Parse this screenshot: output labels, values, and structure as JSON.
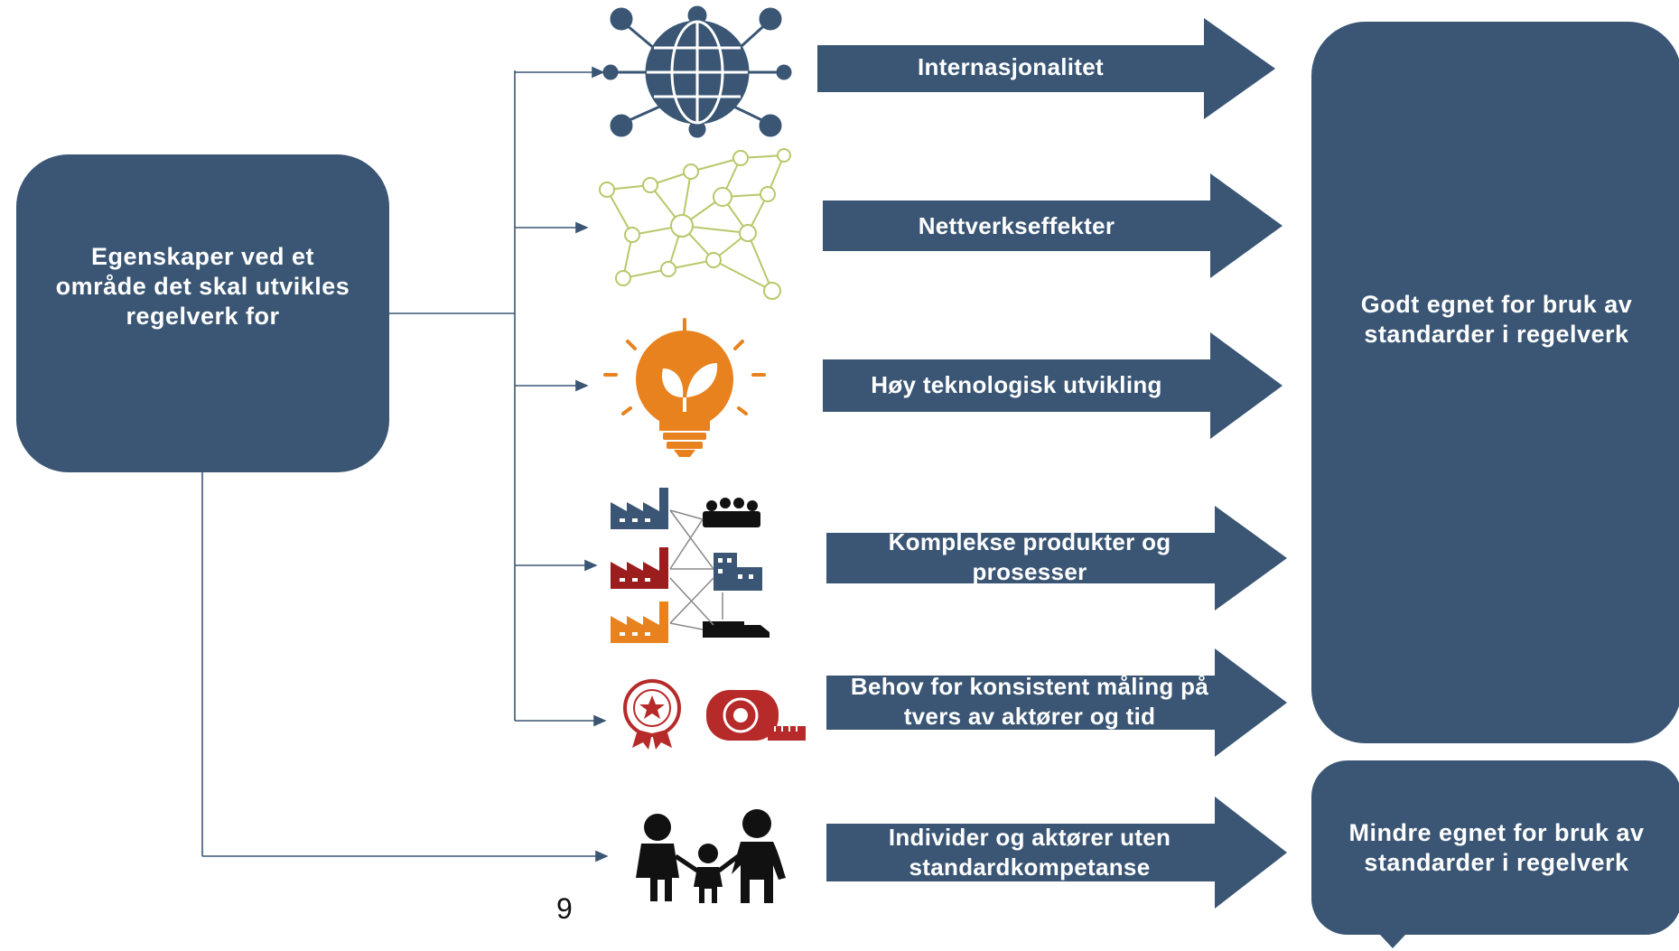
{
  "diagram": {
    "source_box": {
      "label": "Egenskaper ved et område det skal utvikles regelverk for"
    },
    "target_boxes": {
      "suitable": {
        "label": "Godt egnet for bruk av standarder i regelverk"
      },
      "less_suitable": {
        "label": "Mindre egnet for bruk av standarder i regelverk"
      }
    },
    "properties": [
      {
        "label": "Internasjonalitet",
        "icon": "globe-network-icon",
        "icon_color": "#3a5674"
      },
      {
        "label": "Nettverkseffekter",
        "icon": "network-people-icon",
        "icon_color": "#b9c76a"
      },
      {
        "label": "Høy teknologisk utvikling",
        "icon": "lightbulb-leaf-icon",
        "icon_color": "#e8821f"
      },
      {
        "label": "Komplekse produkter og prosesser",
        "icon": "supply-chain-icon",
        "icon_color": "#9b1d1d"
      },
      {
        "label": "Behov for konsistent måling på tvers av aktører og tid",
        "icon": "badge-and-tape-measure-icon",
        "icon_color": "#b72a2a"
      },
      {
        "label": "Individer og aktører uten standardkompetanse",
        "icon": "family-icon",
        "icon_color": "#111111"
      }
    ],
    "colors": {
      "box": "#3a5674",
      "connector": "#3a5674"
    },
    "page_number": "9"
  }
}
